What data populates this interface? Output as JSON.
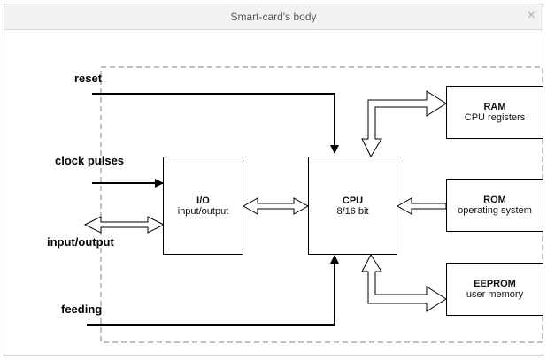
{
  "window": {
    "title": "Smart-card's body",
    "close_glyph": "×"
  },
  "inputs": {
    "reset": "reset",
    "clock": "clock pulses",
    "io": "input/output",
    "feeding": "feeding"
  },
  "blocks": {
    "io": {
      "title": "I/O",
      "subtitle": "input/output"
    },
    "cpu": {
      "title": "CPU",
      "subtitle": "8/16 bit"
    },
    "ram": {
      "title": "RAM",
      "subtitle": "CPU registers"
    },
    "rom": {
      "title": "ROM",
      "subtitle": "operating system"
    },
    "eeprom": {
      "title": "EEPROM",
      "subtitle": "user memory"
    }
  }
}
